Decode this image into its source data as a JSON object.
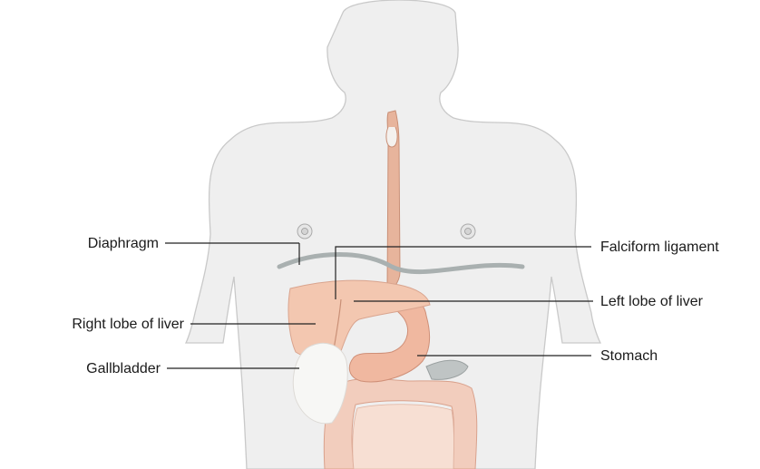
{
  "labels": {
    "diaphragm": "Diaphragm",
    "right_lobe": "Right lobe of liver",
    "gallbladder": "Gallbladder",
    "falciform": "Falciform ligament",
    "left_lobe": "Left lobe of liver",
    "stomach": "Stomach"
  },
  "colors": {
    "skin_fill": "#efefef",
    "skin_stroke": "#c9c9c9",
    "diaphragm": "#a9b0b0",
    "esophagus": "#e7b49c",
    "liver": "#f3c7b0",
    "stomach": "#f0b8a0",
    "intestine": "#f2cdbd",
    "gallbladder": "#f7f7f5",
    "spleen": "#bfc4c4",
    "leader": "#222222"
  }
}
